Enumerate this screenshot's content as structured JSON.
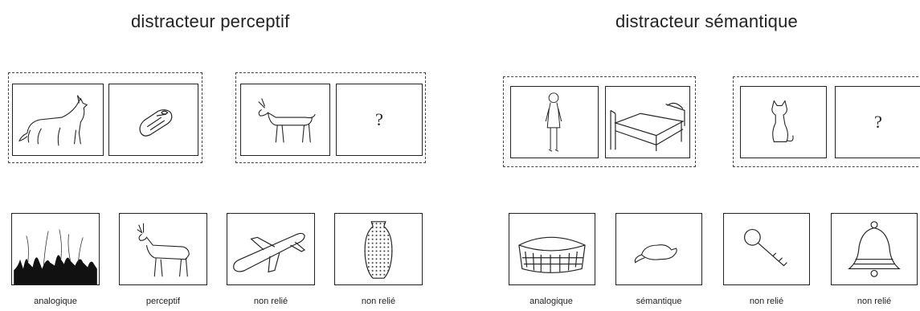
{
  "panels": [
    {
      "title": "distracteur perceptif",
      "source_pair": [
        "wolf-icon",
        "meat-bone-icon"
      ],
      "target_item": "goat-icon",
      "question_mark": "?",
      "options": [
        {
          "icon": "grass-icon",
          "label": "analogique"
        },
        {
          "icon": "deer-icon",
          "label": "perceptif"
        },
        {
          "icon": "airplane-icon",
          "label": "non relié"
        },
        {
          "icon": "vase-icon",
          "label": "non relié"
        }
      ]
    },
    {
      "title": "distracteur sémantique",
      "source_pair": [
        "girl-icon",
        "bed-icon"
      ],
      "target_item": "cat-icon",
      "question_mark": "?",
      "options": [
        {
          "icon": "basket-icon",
          "label": "analogique"
        },
        {
          "icon": "mouse-icon",
          "label": "sémantique"
        },
        {
          "icon": "key-icon",
          "label": "non relié"
        },
        {
          "icon": "bell-icon",
          "label": "non relié"
        }
      ]
    }
  ]
}
